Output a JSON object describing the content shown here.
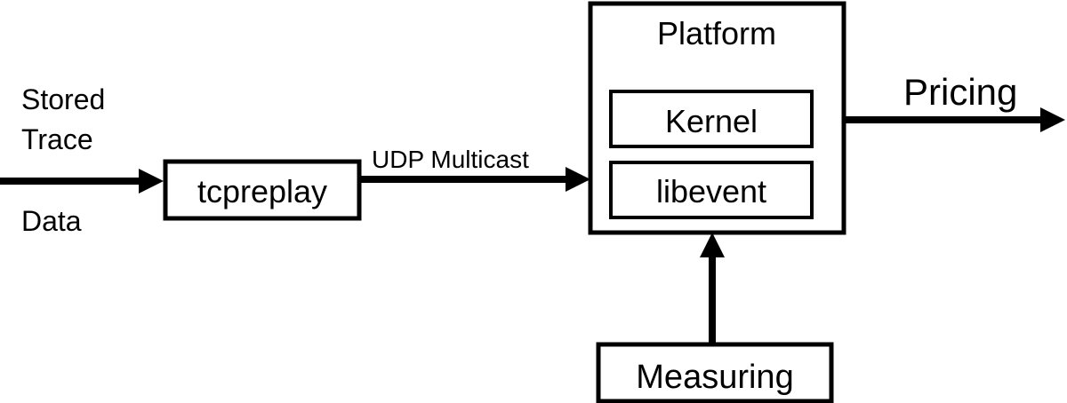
{
  "diagram": {
    "input_labels": [
      "Stored",
      "Trace",
      "Data"
    ],
    "edge_label": "UDP Multicast",
    "output_label": "Pricing",
    "nodes": {
      "tcpreplay": "tcpreplay",
      "platform": "Platform",
      "kernel": "Kernel",
      "libevent": "libevent",
      "measuring": "Measuring"
    },
    "colors": {
      "stroke": "#000000",
      "background": "#ffffff"
    }
  }
}
